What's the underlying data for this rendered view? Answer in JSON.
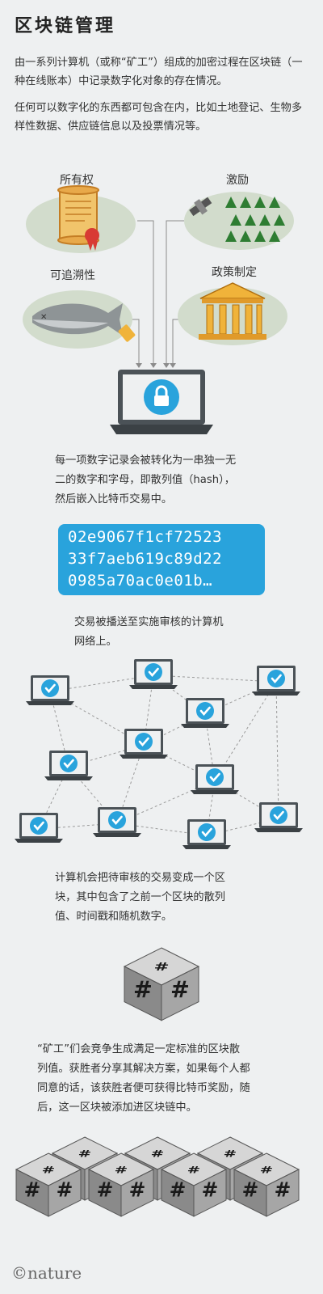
{
  "title": "区块链管理",
  "intro": [
    "由一系列计算机（或称“矿工”）组成的加密过程在区块链（一种在线账本）中记录数字化对象的存在情况。",
    "任何可以数字化的东西都可包含在内，比如土地登记、生物多样性数据、供应链信息以及投票情况等。"
  ],
  "categories": {
    "ownership": "所有权",
    "incentives": "激励",
    "traceability": "可追溯性",
    "policy": "政策制定"
  },
  "steps": {
    "hash_lines": [
      "每一项数字记录会被转化为一串独一无",
      "二的数字和字母，即散列值（hash），",
      "然后嵌入比特币交易中。"
    ],
    "broadcast_lines": [
      "交易被播送至实施审核的计算机",
      "网络上。"
    ],
    "block_lines": [
      "计算机会把待审核的交易变成一个区",
      "块，其中包含了之前一个区块的散列",
      "值、时间戳和随机数字。"
    ],
    "mining_lines": [
      "“矿工”们会竞争生成满足一定标准的区块散",
      "列值。获胜者分享其解决方案，如果每个人都",
      "同意的话，该获胜者便可获得比特币奖励，随",
      "后，这一区块被添加进区块链中。"
    ]
  },
  "hash": [
    "02e9067f1cf72523",
    "33f7aeb619c89d22",
    "0985a70ac0e01b…"
  ],
  "footer": "©nature",
  "colors": {
    "accent": "#29a3dc",
    "background": "#eef0f1",
    "ellipse": "#d2dccc"
  }
}
